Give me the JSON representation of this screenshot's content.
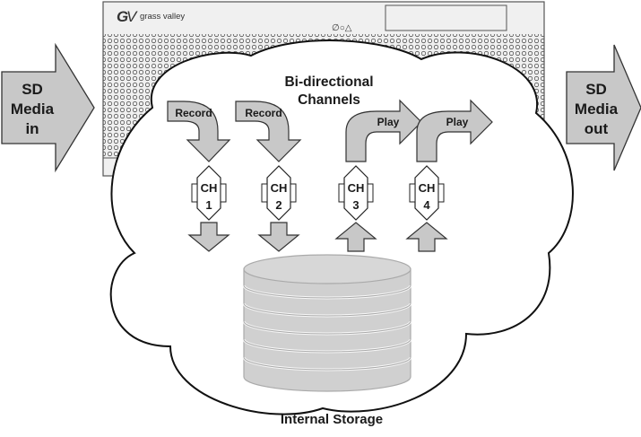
{
  "device": {
    "brand": "grass valley",
    "panel_symbols": "∅○△"
  },
  "input": {
    "line1": "SD",
    "line2": "Media",
    "line3": "in"
  },
  "output": {
    "line1": "SD",
    "line2": "Media",
    "line3": "out"
  },
  "cloud_title": {
    "line1": "Bi-directional",
    "line2": "Channels"
  },
  "channels": [
    {
      "mode": "Record",
      "ch": "CH",
      "num": "1"
    },
    {
      "mode": "Record",
      "ch": "CH",
      "num": "2"
    },
    {
      "mode": "Play",
      "ch": "CH",
      "num": "3"
    },
    {
      "mode": "Play",
      "ch": "CH",
      "num": "4"
    }
  ],
  "storage": {
    "label": "Internal Storage"
  },
  "colors": {
    "arrow_fill": "#c8c8c8",
    "arrow_stroke": "#333333",
    "chassis": "#f0f0f0",
    "disk_fill": "#d0d0d0",
    "disk_stroke": "#aaaaaa"
  }
}
